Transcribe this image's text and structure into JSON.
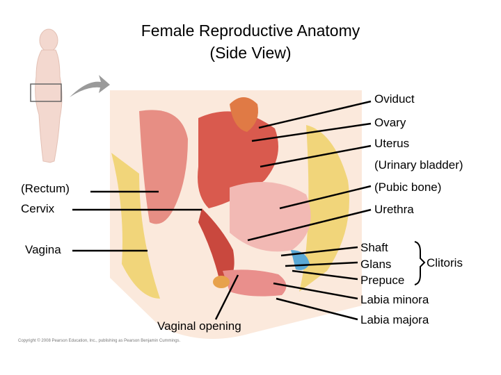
{
  "title_line1": "Female Reproductive Anatomy",
  "title_line2": "(Side View)",
  "labels": {
    "oviduct": "Oviduct",
    "ovary": "Ovary",
    "uterus": "Uterus",
    "urinary_bladder": "(Urinary bladder)",
    "pubic_bone": "(Pubic bone)",
    "urethra": "Urethra",
    "rectum": "(Rectum)",
    "cervix": "Cervix",
    "vagina": "Vagina",
    "shaft": "Shaft",
    "glans": "Glans",
    "prepuce": "Prepuce",
    "clitoris": "Clitoris",
    "labia_minora": "Labia minora",
    "labia_majora": "Labia majora",
    "vaginal_opening": "Vaginal opening"
  },
  "copyright": "Copyright © 2008 Pearson Education, Inc., publishing as Pearson Benjamin Cummings.",
  "colors": {
    "tissue_pink": "#f2b9b4",
    "muscle_red": "#d95a4e",
    "fat_yellow": "#f1d57a",
    "body_skin": "#f3d8cf",
    "arrow_gray": "#9a9a9a"
  }
}
